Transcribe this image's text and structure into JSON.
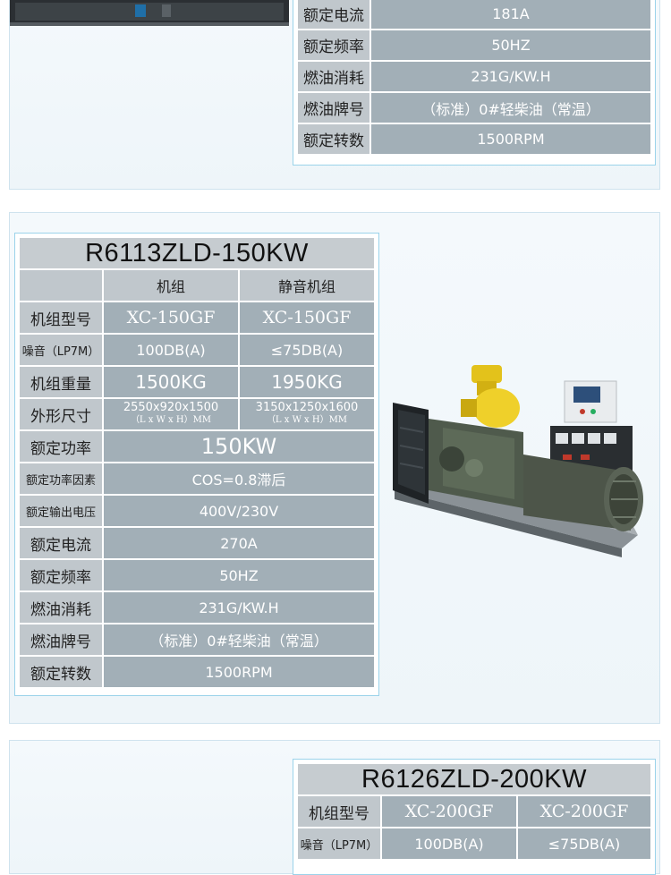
{
  "top": {
    "rows": [
      {
        "label": "额定电流",
        "value": "181A"
      },
      {
        "label": "额定频率",
        "value": "50HZ"
      },
      {
        "label": "燃油消耗",
        "value": "231G/KW.H"
      },
      {
        "label": "燃油牌号",
        "value": "（标准）0#轻柴油（常温）"
      },
      {
        "label": "额定转数",
        "value": "1500RPM"
      }
    ]
  },
  "middle": {
    "title": "R6113ZLD-150KW",
    "col_headers": [
      "机组",
      "静音机组"
    ],
    "rows": [
      {
        "label": "机组型号",
        "a": "XC-150GF",
        "b": "XC-150GF"
      },
      {
        "label": "噪音（LP7M）",
        "a": "100DB(A)",
        "b": "≤75DB(A)"
      },
      {
        "label": "机组重量",
        "a": "1500KG",
        "b": "1950KG"
      },
      {
        "label": "外形尺寸",
        "a": "2550x920x1500",
        "a_sub": "（L x W x H）MM",
        "b": "3150x1250x1600",
        "b_sub": "（L x W x H）MM"
      },
      {
        "label": "额定功率",
        "value": "150KW"
      },
      {
        "label": "额定功率因素",
        "value": "COS=0.8滞后"
      },
      {
        "label": "额定输出电压",
        "value": "400V/230V"
      },
      {
        "label": "额定电流",
        "value": "270A"
      },
      {
        "label": "额定频率",
        "value": "50HZ"
      },
      {
        "label": "燃油消耗",
        "value": "231G/KW.H"
      },
      {
        "label": "燃油牌号",
        "value": "（标准）0#轻柴油（常温）"
      },
      {
        "label": "额定转数",
        "value": "1500RPM"
      }
    ]
  },
  "bottom": {
    "title": "R6126ZLD-200KW",
    "rows": [
      {
        "label": "机组型号",
        "a": "XC-200GF",
        "b": "XC-200GF"
      },
      {
        "label": "噪音（LP7M）",
        "a": "100DB(A)",
        "b": "≤75DB(A)"
      }
    ]
  },
  "colors": {
    "cell": "#a2afb7",
    "label": "#c0c7cc",
    "frame": "#9bd3ea",
    "panel": "#eef5f9"
  }
}
